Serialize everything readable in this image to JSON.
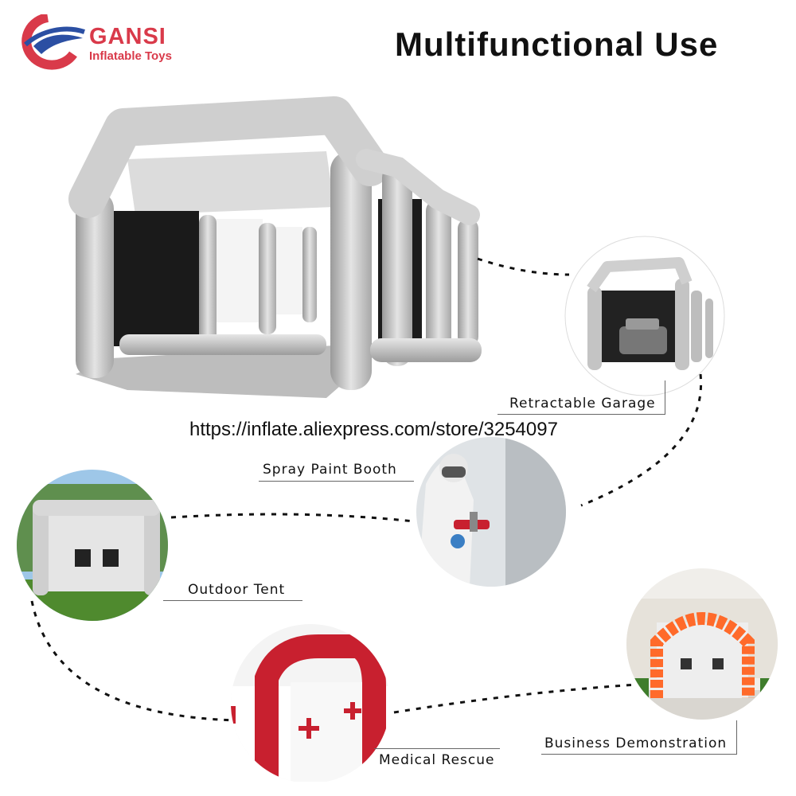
{
  "brand": {
    "name": "GANSI",
    "tagline": "Inflatable Toys"
  },
  "headline": "Multifunctional Use",
  "store_url": "https://inflate.aliexpress.com/store/3254097",
  "uses": {
    "garage": "Retractable Garage",
    "spray": "Spray Paint Booth",
    "outdoor": "Outdoor Tent",
    "medical": "Medical Rescue",
    "business": "Business Demonstration"
  },
  "colors": {
    "brand_red": "#d93a4a",
    "brand_blue": "#2b4fa3",
    "tent_silver": "#c9c9c9",
    "medical_red": "#c8202f",
    "balloon_orange": "#ff6a2a"
  }
}
